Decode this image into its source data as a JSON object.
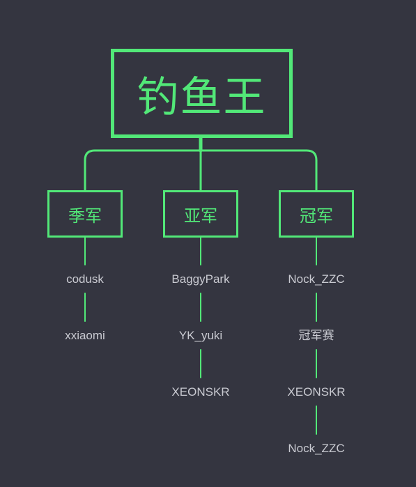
{
  "title": "钓鱼王",
  "colors": {
    "background": "#343540",
    "accent": "#52e878",
    "text": "#c9cad1"
  },
  "categories": [
    {
      "label": "季军",
      "members": [
        "codusk",
        "xxiaomi"
      ]
    },
    {
      "label": "亚军",
      "members": [
        "BaggyPark",
        "YK_yuki",
        "XEONSKR"
      ]
    },
    {
      "label": "冠军",
      "members": [
        "Nock_ZZC",
        "冠军赛",
        "XEONSKR",
        "Nock_ZZC"
      ]
    }
  ]
}
